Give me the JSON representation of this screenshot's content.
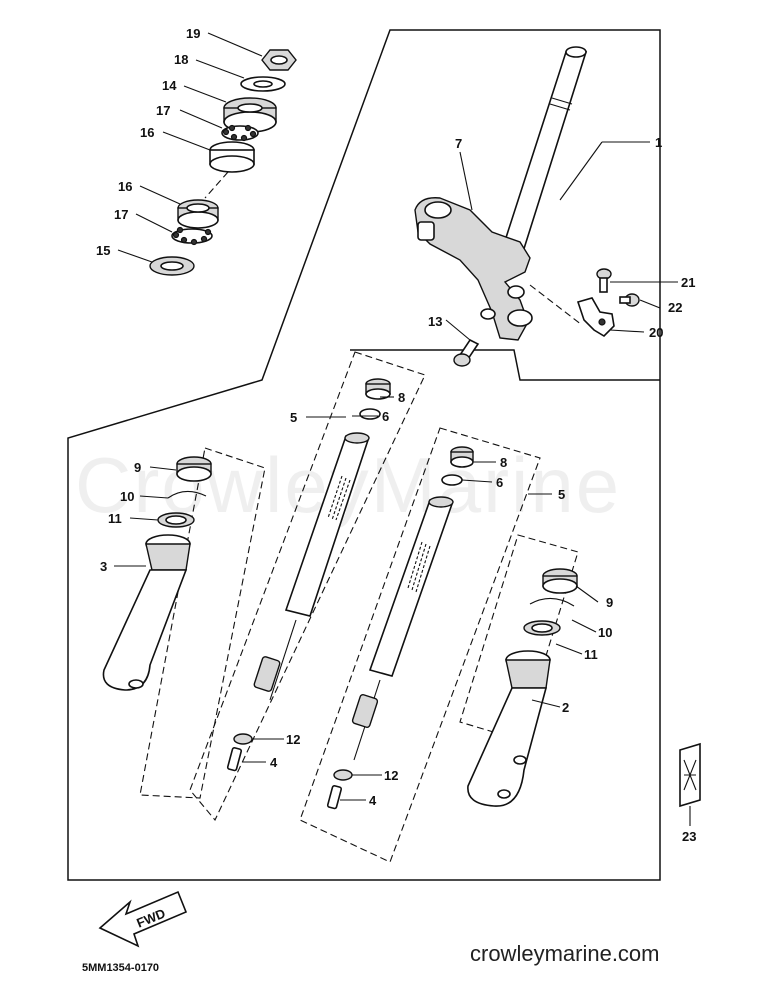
{
  "watermark": "CrowleyMarine",
  "footer": {
    "website": "crowleymarine.com",
    "diagram_code": "5MM1354-0170",
    "fwd_label": "FWD"
  },
  "callouts": {
    "c1": "1",
    "c2": "2",
    "c3": "3",
    "c4a": "4",
    "c4b": "4",
    "c5a": "5",
    "c5b": "5",
    "c6a": "6",
    "c6b": "6",
    "c7": "7",
    "c8a": "8",
    "c8b": "8",
    "c9a": "9",
    "c9b": "9",
    "c10a": "10",
    "c10b": "10",
    "c11a": "11",
    "c11b": "11",
    "c12a": "12",
    "c12b": "12",
    "c13": "13",
    "c14": "14",
    "c15": "15",
    "c16a": "16",
    "c16b": "16",
    "c17a": "17",
    "c17b": "17",
    "c18": "18",
    "c19": "19",
    "c20": "20",
    "c21": "21",
    "c22": "22",
    "c23": "23"
  }
}
